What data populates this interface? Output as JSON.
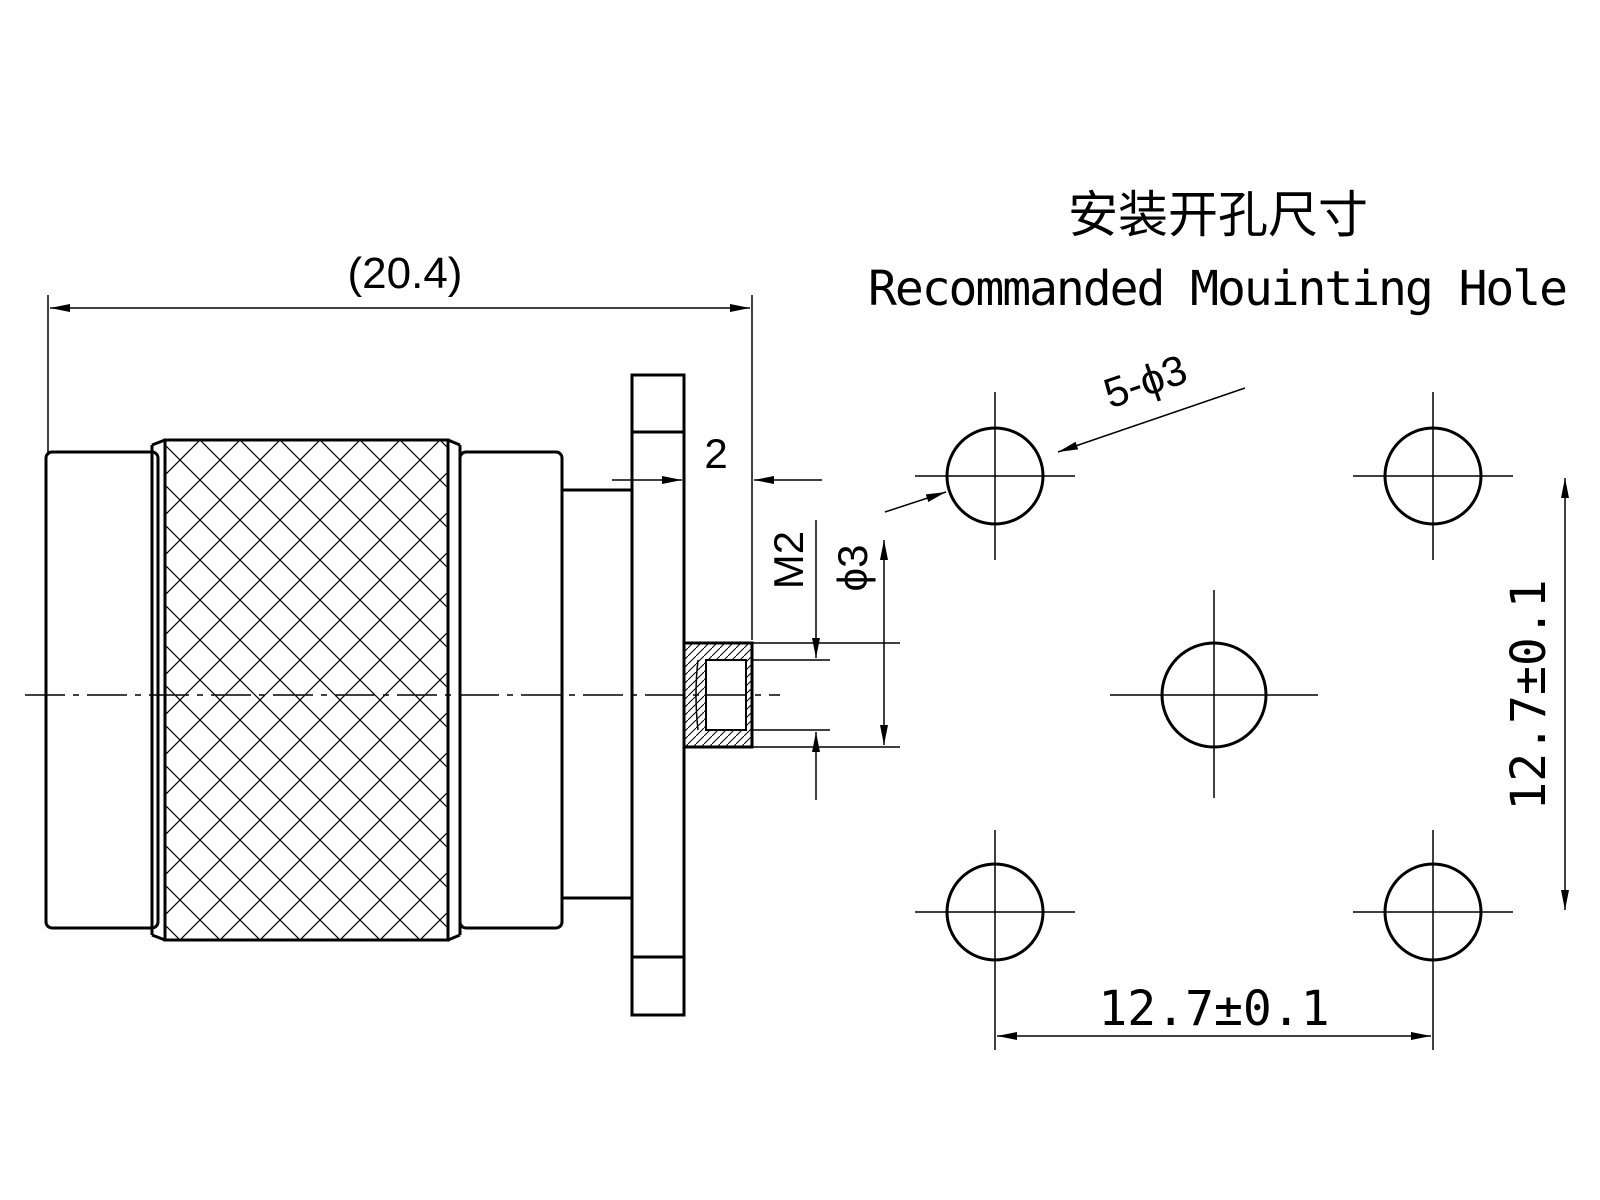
{
  "title_cn": "安装开孔尺寸",
  "title_en": "Recommanded Mouinting Hole",
  "dims": {
    "overall_length": "(20.4)",
    "flange_offset": "2",
    "thread": "M2",
    "pin_dia": "ϕ3",
    "holes": "5-ϕ3",
    "hole_spacing_h": "12.7±0.1",
    "hole_spacing_v": "12.7±0.1"
  },
  "colors": {
    "line": "#000000",
    "background": "#ffffff"
  }
}
